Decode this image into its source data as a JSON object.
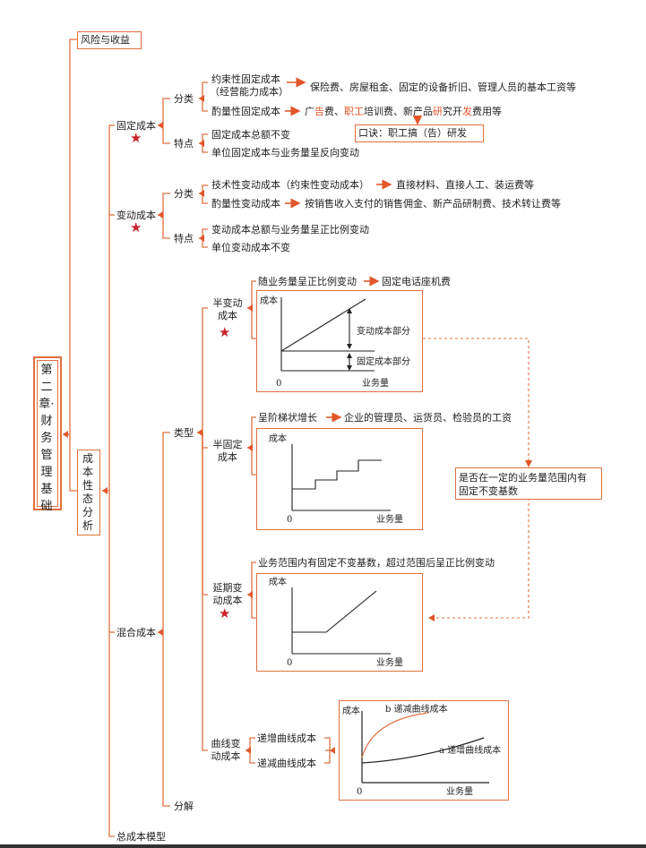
{
  "chapter": {
    "label": "第二章·财务管理基础"
  },
  "risk": {
    "label": "风险与收益"
  },
  "cost_analysis": {
    "label": "成本性态分析"
  },
  "fixed": {
    "title": "固定成本",
    "class_label": "分类",
    "committed": "约束性固定成本",
    "committed_note": "（经营能力成本）",
    "committed_examples": "保险费、房屋租金、固定的设备折旧、管理人员的基本工资等",
    "discretionary": "酌量性固定成本",
    "disc_examples": {
      "p1": "广",
      "p2": "告",
      "p3": "费、",
      "p4": "职工",
      "p5": "培训费、新产品",
      "p6": "研",
      "p7": "究开",
      "p8": "发",
      "p9": "费用等"
    },
    "mnemonic": "口诀：职工搞（告）研发",
    "feature_label": "特点",
    "feature1": "固定成本总额不变",
    "feature2": "单位固定成本与业务量呈反向变动"
  },
  "variable": {
    "title": "变动成本",
    "class_label": "分类",
    "technical": "技术性变动成本（约束性变动成本）",
    "technical_examples": "直接材料、直接人工、装运费等",
    "discretionary": "酌量性变动成本",
    "disc_examples": "按销售收入支付的销售佣金、新产品研制费、技术转让费等",
    "feature_label": "特点",
    "feature1": "变动成本总额与业务量呈正比例变动",
    "feature2": "单位变动成本不变"
  },
  "mixed": {
    "title": "混合成本",
    "types_label": "类型",
    "semi_variable": {
      "label": "半变动成本",
      "desc": "随业务量呈正比例变动",
      "example": "固定电话座机费",
      "y_label": "成本",
      "x_label": "业务量",
      "origin": "0",
      "var_part": "变动成本部分",
      "fixed_part": "固定成本部分"
    },
    "semi_fixed": {
      "label": "半固定成本",
      "desc": "呈阶梯状增长",
      "example": "企业的管理员、运货员、检验员的工资",
      "y_label": "成本",
      "x_label": "业务量",
      "origin": "0"
    },
    "delayed": {
      "label": "延期变动成本",
      "desc": "业务范围内有固定不变基数，超过范围后呈正比例变动",
      "y_label": "成本",
      "x_label": "业务量",
      "origin": "0"
    },
    "note": "是否在一定的业务量范围内有固定不变基数",
    "curve": {
      "label": "曲线变动成本",
      "inc": "递增曲线成本",
      "dec": "递减曲线成本",
      "y_label": "成本",
      "x_label": "业务量",
      "origin": "0",
      "b_label": "b 递减曲线成本",
      "a_label": "a 递增曲线成本"
    },
    "decomposition": "分解"
  },
  "total_model": "总成本模型",
  "colors": {
    "accent": "#e07040",
    "arrow": "#e2562a",
    "star": "#c8232c"
  }
}
